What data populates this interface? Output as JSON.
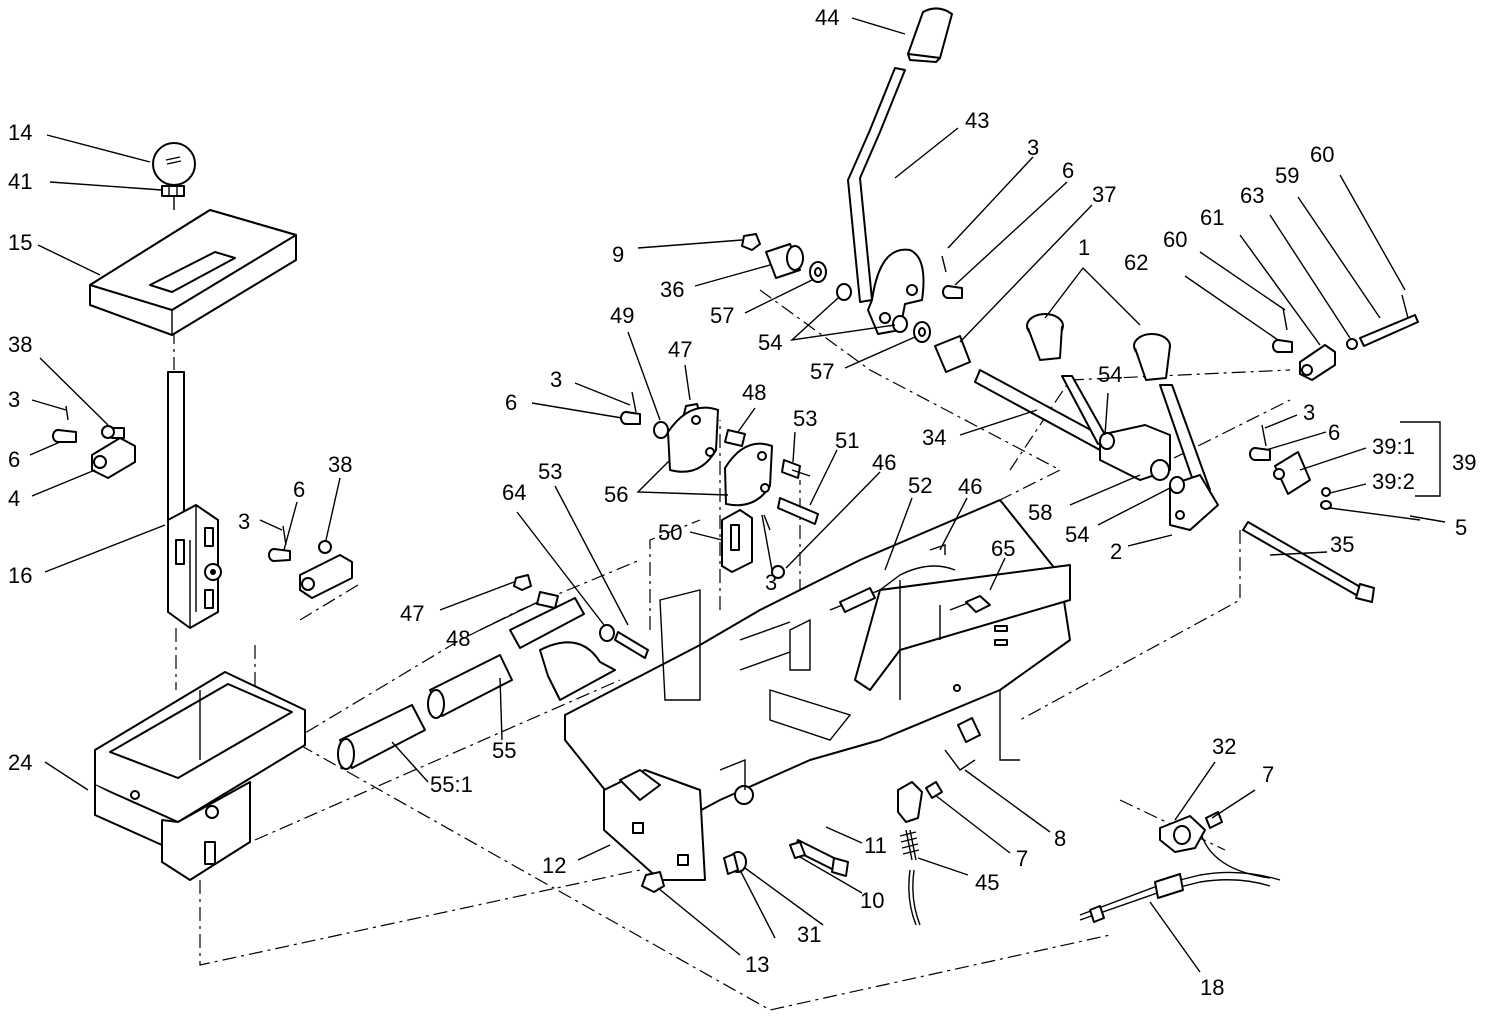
{
  "callouts": [
    {
      "id": "c44",
      "text": "44"
    },
    {
      "id": "c43",
      "text": "43"
    },
    {
      "id": "c3a",
      "text": "3"
    },
    {
      "id": "c6a",
      "text": "6"
    },
    {
      "id": "c37",
      "text": "37"
    },
    {
      "id": "c60a",
      "text": "60"
    },
    {
      "id": "c59",
      "text": "59"
    },
    {
      "id": "c63",
      "text": "63"
    },
    {
      "id": "c61",
      "text": "61"
    },
    {
      "id": "c60b",
      "text": "60"
    },
    {
      "id": "c62",
      "text": "62"
    },
    {
      "id": "c1",
      "text": "1"
    },
    {
      "id": "c9",
      "text": "9"
    },
    {
      "id": "c36",
      "text": "36"
    },
    {
      "id": "c57a",
      "text": "57"
    },
    {
      "id": "c54a",
      "text": "54"
    },
    {
      "id": "c57b",
      "text": "57"
    },
    {
      "id": "c54b",
      "text": "54"
    },
    {
      "id": "c34",
      "text": "34"
    },
    {
      "id": "c14",
      "text": "14"
    },
    {
      "id": "c41",
      "text": "41"
    },
    {
      "id": "c15",
      "text": "15"
    },
    {
      "id": "c38a",
      "text": "38"
    },
    {
      "id": "c3b",
      "text": "3"
    },
    {
      "id": "c6b",
      "text": "6"
    },
    {
      "id": "c4",
      "text": "4"
    },
    {
      "id": "c16",
      "text": "16"
    },
    {
      "id": "c3c",
      "text": "3"
    },
    {
      "id": "c6c",
      "text": "6"
    },
    {
      "id": "c38b",
      "text": "38"
    },
    {
      "id": "c49",
      "text": "49"
    },
    {
      "id": "c47a",
      "text": "47"
    },
    {
      "id": "c3d",
      "text": "3"
    },
    {
      "id": "c6d",
      "text": "6"
    },
    {
      "id": "c48a",
      "text": "48"
    },
    {
      "id": "c53a",
      "text": "53"
    },
    {
      "id": "c51",
      "text": "51"
    },
    {
      "id": "c46a",
      "text": "46"
    },
    {
      "id": "c52",
      "text": "52"
    },
    {
      "id": "c46b",
      "text": "46"
    },
    {
      "id": "c64",
      "text": "64"
    },
    {
      "id": "c53b",
      "text": "53"
    },
    {
      "id": "c56",
      "text": "56"
    },
    {
      "id": "c50",
      "text": "50"
    },
    {
      "id": "c3e",
      "text": "3"
    },
    {
      "id": "c65",
      "text": "65"
    },
    {
      "id": "c3f",
      "text": "3"
    },
    {
      "id": "c6e",
      "text": "6"
    },
    {
      "id": "c39_1",
      "text": "39:1"
    },
    {
      "id": "c39",
      "text": "39"
    },
    {
      "id": "c39_2",
      "text": "39:2"
    },
    {
      "id": "c5",
      "text": "5"
    },
    {
      "id": "c58",
      "text": "58"
    },
    {
      "id": "c54c",
      "text": "54"
    },
    {
      "id": "c2",
      "text": "2"
    },
    {
      "id": "c35",
      "text": "35"
    },
    {
      "id": "c47b",
      "text": "47"
    },
    {
      "id": "c48b",
      "text": "48"
    },
    {
      "id": "c55",
      "text": "55"
    },
    {
      "id": "c55_1",
      "text": "55:1"
    },
    {
      "id": "c24",
      "text": "24"
    },
    {
      "id": "c12",
      "text": "12"
    },
    {
      "id": "c11",
      "text": "11"
    },
    {
      "id": "c10",
      "text": "10"
    },
    {
      "id": "c13",
      "text": "13"
    },
    {
      "id": "c31",
      "text": "31"
    },
    {
      "id": "c45",
      "text": "45"
    },
    {
      "id": "c7a",
      "text": "7"
    },
    {
      "id": "c8",
      "text": "8"
    },
    {
      "id": "c32",
      "text": "32"
    },
    {
      "id": "c7b",
      "text": "7"
    },
    {
      "id": "c18",
      "text": "18"
    }
  ]
}
